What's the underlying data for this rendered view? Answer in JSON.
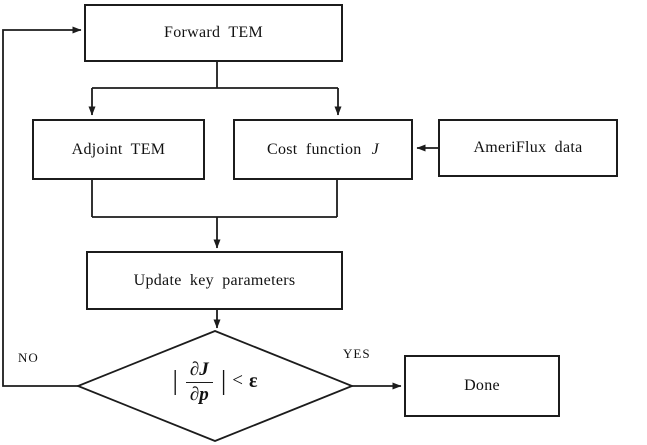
{
  "flowchart": {
    "nodes": {
      "forward_tem": "Forward TEM",
      "adjoint_tem": "Adjoint TEM",
      "cost_function_prefix": "Cost function",
      "cost_function_symbol": "J",
      "ameriflux": "AmeriFlux data",
      "update_params": "Update key parameters",
      "done": "Done"
    },
    "decision": {
      "bar_left": "|",
      "numerator": "∂J",
      "denominator": "∂p",
      "bar_right": "|",
      "operator": "<",
      "threshold": "ε"
    },
    "edge_labels": {
      "no": "NO",
      "yes": "YES"
    },
    "colors": {
      "line": "#1c1c1c",
      "background": "#ffffff",
      "text": "#111111"
    }
  }
}
